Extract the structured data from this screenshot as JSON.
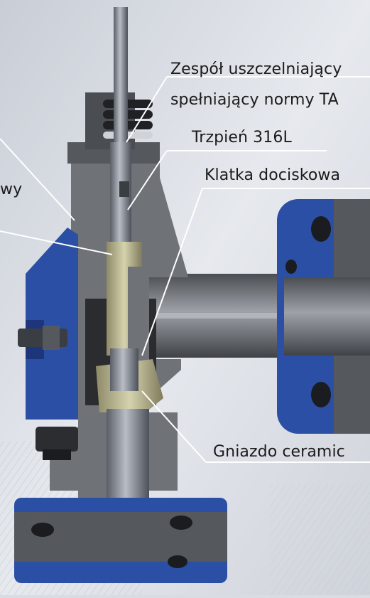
{
  "labels": {
    "seal_line1": "Zespół uszczelniający",
    "seal_line2": "spełniający normy TA",
    "stem": "Trzpień 316L",
    "cage": "Klatka dociskowa",
    "left_partial": "wy",
    "seat": "Gniazdo ceramic"
  },
  "colors": {
    "background": "#d9dde3",
    "body_grey": "#6f7277",
    "body_dark": "#55585d",
    "blue": "#2c4fa6",
    "blue_dark": "#1d357a",
    "brass": "#b7b38d",
    "leader_line": "#ffffff",
    "label_text": "#1b1b1b"
  }
}
